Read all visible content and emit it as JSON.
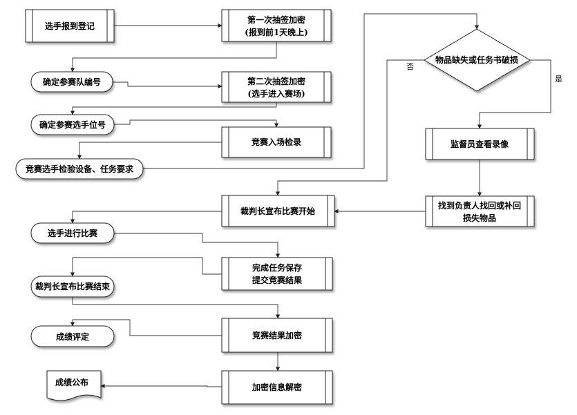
{
  "nodes": {
    "register": "选手报到登记",
    "draw1_line1": "第一次抽签加密",
    "draw1_line2": "(报到前1天晚上)",
    "team_no": "确定参赛队编号",
    "draw2_line1": "第二次抽签加密",
    "draw2_line2": "(选手进入赛场)",
    "seat_no": "确定参赛选手位号",
    "entry_check": "竞赛入场检录",
    "equip_check": "竞赛选手检验设备、任务要求",
    "decision": "物品缺失或任务书破损",
    "monitor": "监督员查看录像",
    "recover_line1": "找到负责人找回或补回",
    "recover_line2": "损失物品",
    "start": "裁判长宣布比赛开始",
    "compete": "选手进行比赛",
    "save_line1": "完成任务保存",
    "save_line2": "提交竞赛结果",
    "end": "裁判长宣布比赛结束",
    "evaluate": "成绩评定",
    "encrypt": "竞赛结果加密",
    "publish": "成绩公布",
    "decrypt": "加密信息解密"
  },
  "labels": {
    "no": "否",
    "yes": "是"
  }
}
